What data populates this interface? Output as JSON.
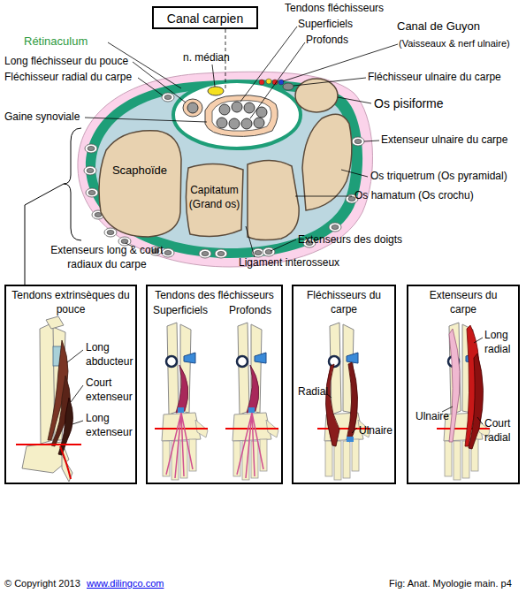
{
  "diagram": {
    "caption": "Fig: Anat. Myologie main. p4",
    "nodes": [
      {
        "text": [
          "Canal carpien"
        ]
      },
      {
        "text": [
          "Scaphoïde"
        ]
      },
      {
        "text": [
          "Capitatum (Grand os)"
        ]
      },
      {
        "text": [
          "Tendons extrinsèques du pouce",
          "Long abducteur",
          "Court extenseur",
          "Long extenseur"
        ]
      },
      {
        "text": [
          "Tendons des fléchisseurs",
          "Superficiels",
          "Profonds"
        ]
      },
      {
        "text": [
          "Fléchisseurs du carpe",
          "Radial",
          "Ulnaire"
        ]
      },
      {
        "text": [
          "Extenseurs du carpe",
          "Long radial",
          "Ulnaire",
          "Court radial"
        ]
      }
    ],
    "labels": [
      "Tendons fléchisseurs",
      "Superficiels",
      "Profonds",
      "Canal de Guyon",
      "(Vaisseaux & nerf ulnaire)",
      "Rétinaculum",
      "Long fléchisseur du pouce",
      "n. médian",
      "Fléchisseur radial du carpe",
      "Fléchisseur ulnaire du carpe",
      "Os pisiforme",
      "Gaine synoviale",
      "Extenseur ulnaire du carpe",
      "Os triquetrum (Os pyramidal)",
      "Os hamatum (Os crochu)",
      "Extenseurs des doigts",
      "Extenseurs long & court radiaux du carpe",
      "Ligament interosseux",
      "© Copyright 2013",
      "www.dilingco.com"
    ]
  }
}
